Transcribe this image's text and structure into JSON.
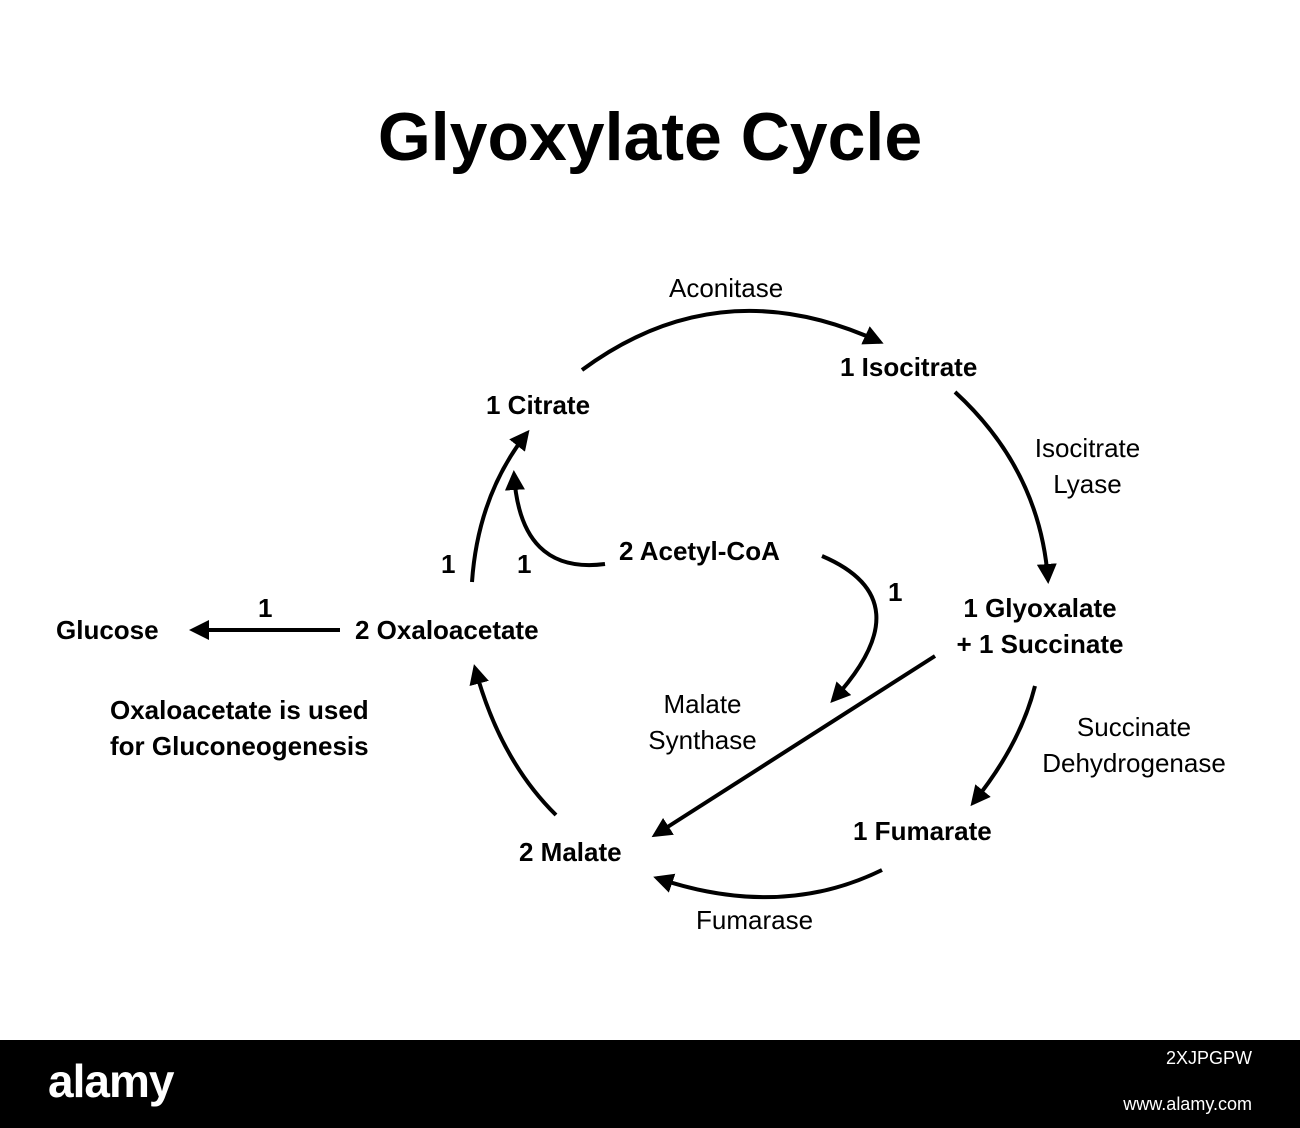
{
  "title": "Glyoxylate Cycle",
  "compounds": {
    "citrate": "1 Citrate",
    "isocitrate": "1 Isocitrate",
    "glyoxalate_line1": "1 Glyoxalate",
    "glyoxalate_line2": "+ 1 Succinate",
    "fumarate": "1 Fumarate",
    "malate": "2 Malate",
    "oxaloacetate": "2 Oxaloacetate",
    "acetyl_coa": "2 Acetyl-CoA",
    "glucose": "Glucose"
  },
  "enzymes": {
    "aconitase": "Aconitase",
    "isocitrate_lyase_line1": "Isocitrate",
    "isocitrate_lyase_line2": "Lyase",
    "malate_synthase_line1": "Malate",
    "malate_synthase_line2": "Synthase",
    "succinate_dh_line1": "Succinate",
    "succinate_dh_line2": "Dehydrogenase",
    "fumarase": "Fumarase"
  },
  "stoichiometry": {
    "oaa_to_citrate": "1",
    "acetylcoa_to_citrate": "1",
    "acetylcoa_to_malate": "1",
    "oaa_to_glucose": "1"
  },
  "note": {
    "line1": "Oxaloacetate is used",
    "line2": "for Gluconeogenesis"
  },
  "footer": {
    "brand": "alamy",
    "image_id": "2XJPGPW",
    "url": "www.alamy.com"
  }
}
